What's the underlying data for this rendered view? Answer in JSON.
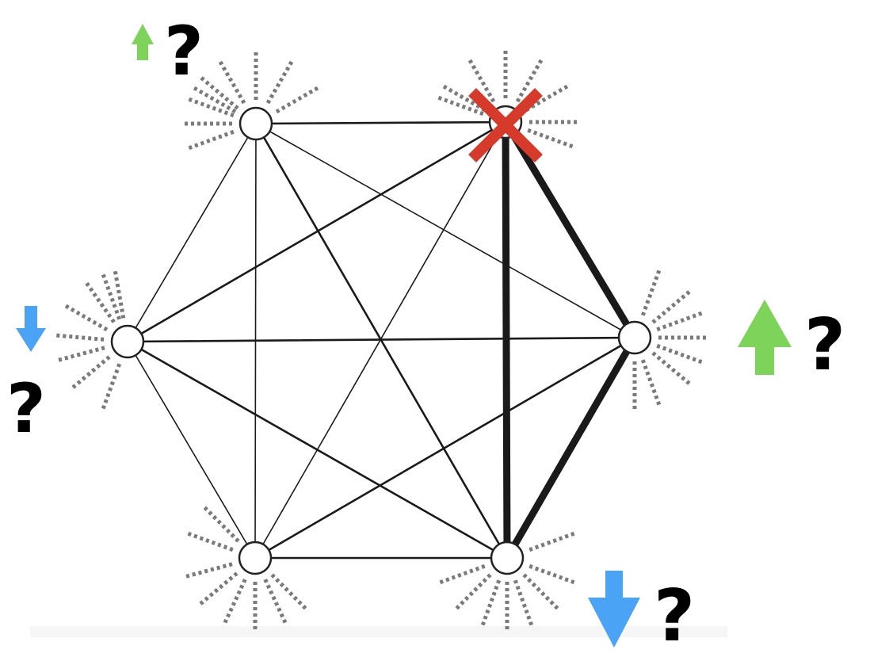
{
  "colors": {
    "background": "#ffffff",
    "edge": "#1a1a1a",
    "node_fill": "#ffffff",
    "node_stroke": "#222222",
    "spoke": "#7a7a7a",
    "cross": "#d63a2a",
    "arrow_up": "#7ed35a",
    "arrow_down": "#4aa3f5",
    "question": "#000000"
  },
  "nodes": [
    {
      "id": "top-left",
      "marker": null,
      "arrow": "up",
      "arrow_size": "small"
    },
    {
      "id": "top-right",
      "marker": "removed-x",
      "arrow": null,
      "arrow_size": null
    },
    {
      "id": "right",
      "marker": null,
      "arrow": "up",
      "arrow_size": "large"
    },
    {
      "id": "bottom-right",
      "marker": null,
      "arrow": "down",
      "arrow_size": "large"
    },
    {
      "id": "bottom-left",
      "marker": null,
      "arrow": null,
      "arrow_size": null
    },
    {
      "id": "left",
      "marker": null,
      "arrow": "down",
      "arrow_size": "small"
    }
  ],
  "edges": [
    {
      "from": "top-left",
      "to": "top-right",
      "weight": "medium"
    },
    {
      "from": "top-left",
      "to": "right",
      "weight": "thin"
    },
    {
      "from": "top-left",
      "to": "bottom-right",
      "weight": "medium"
    },
    {
      "from": "top-left",
      "to": "bottom-left",
      "weight": "thin"
    },
    {
      "from": "top-left",
      "to": "left",
      "weight": "thin"
    },
    {
      "from": "top-right",
      "to": "right",
      "weight": "heavy"
    },
    {
      "from": "top-right",
      "to": "bottom-right",
      "weight": "heavy"
    },
    {
      "from": "top-right",
      "to": "bottom-left",
      "weight": "thin"
    },
    {
      "from": "top-right",
      "to": "left",
      "weight": "medium"
    },
    {
      "from": "right",
      "to": "bottom-right",
      "weight": "heavy"
    },
    {
      "from": "right",
      "to": "bottom-left",
      "weight": "medium"
    },
    {
      "from": "right",
      "to": "left",
      "weight": "medium"
    },
    {
      "from": "bottom-right",
      "to": "bottom-left",
      "weight": "medium"
    },
    {
      "from": "bottom-right",
      "to": "left",
      "weight": "medium"
    },
    {
      "from": "bottom-left",
      "to": "left",
      "weight": "thin"
    }
  ],
  "labels": {
    "q_top_left": "?",
    "q_left": "?",
    "q_right": "?",
    "q_bottom_right": "?"
  }
}
